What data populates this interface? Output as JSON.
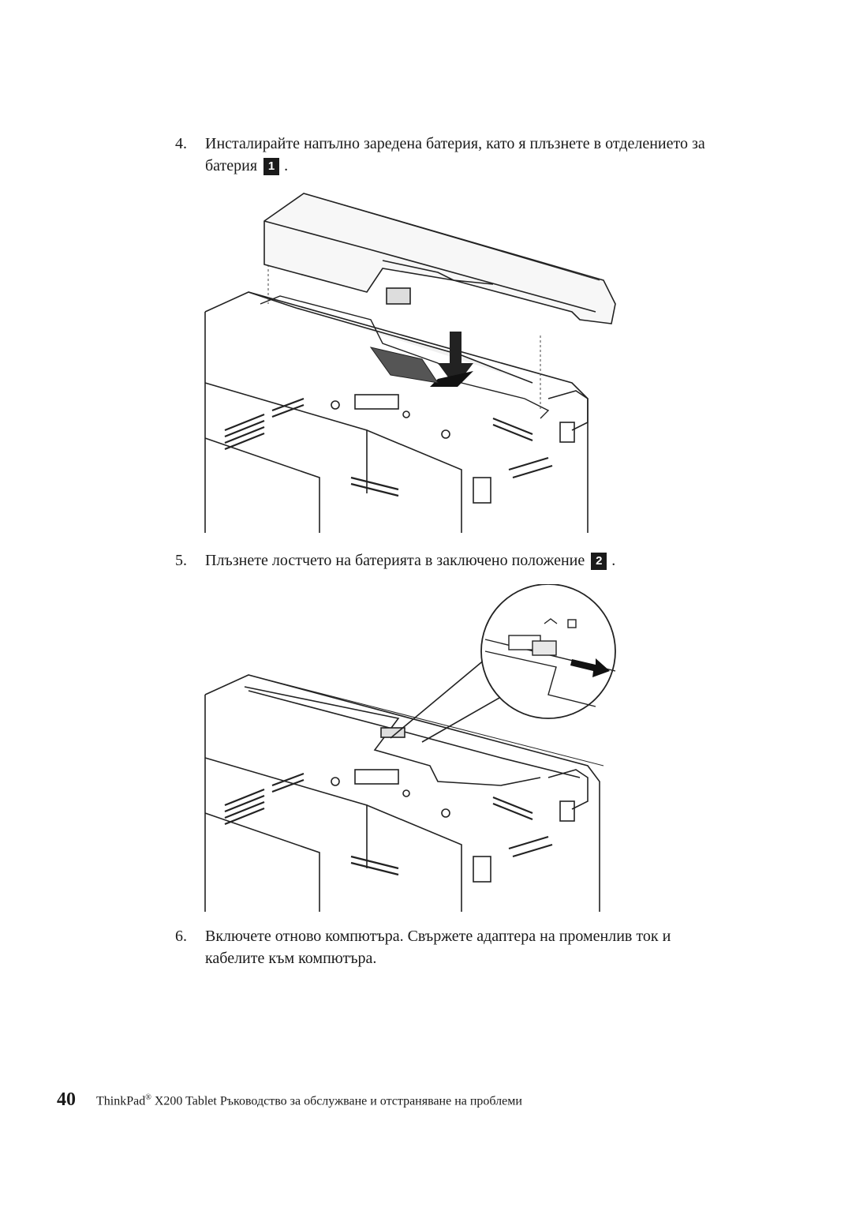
{
  "steps": [
    {
      "number": "4.",
      "text_line1": "Инсталирайте напълно заредена батерия, като я плъзнете в отделението за",
      "text_line2": "батерия",
      "callout": "1",
      "end": "."
    },
    {
      "number": "5.",
      "text": "Плъзнете лостчето на батерията в заключено положение",
      "callout": "2",
      "end": "."
    },
    {
      "number": "6.",
      "text_line1": "Включете отново компютъра. Свържете адаптера на променлив ток и",
      "text_line2": "кабелите към компютъра."
    }
  ],
  "footer": {
    "page_number": "40",
    "brand": "ThinkPad",
    "registered": "®",
    "title_rest": " X200 Tablet Ръководство за обслужване и отстраняване на проблеми"
  }
}
